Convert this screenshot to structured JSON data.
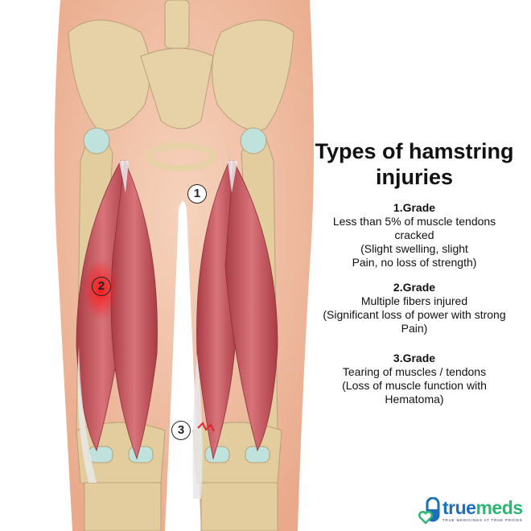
{
  "title": "Types of hamstring injuries",
  "grades": [
    {
      "title": "1.Grade",
      "lines": [
        "Less than 5% of muscle tendons",
        "cracked",
        "(Slight swelling, slight",
        "Pain, no loss of strength)"
      ]
    },
    {
      "title": "2.Grade",
      "lines": [
        "Multiple fibers injured",
        "(Significant loss of power with strong",
        "Pain)"
      ]
    },
    {
      "title": "3.Grade",
      "lines": [
        "Tearing of muscles / tendons",
        "(Loss of muscle function with",
        "Hematoma)"
      ]
    }
  ],
  "markers": [
    "1",
    "2",
    "3"
  ],
  "logo": {
    "brand_a": "true",
    "brand_b": "meds",
    "tagline": "TRUE MEDICINES AT TRUE PRICES"
  },
  "colors": {
    "skin": "#f1c6ab",
    "bone": "#e6d2a6",
    "muscle": "#c9575e",
    "injury": "#e8232a",
    "cartilage": "#bfe3dc",
    "brand_blue": "#1c6fb8",
    "brand_green": "#2bb673"
  }
}
